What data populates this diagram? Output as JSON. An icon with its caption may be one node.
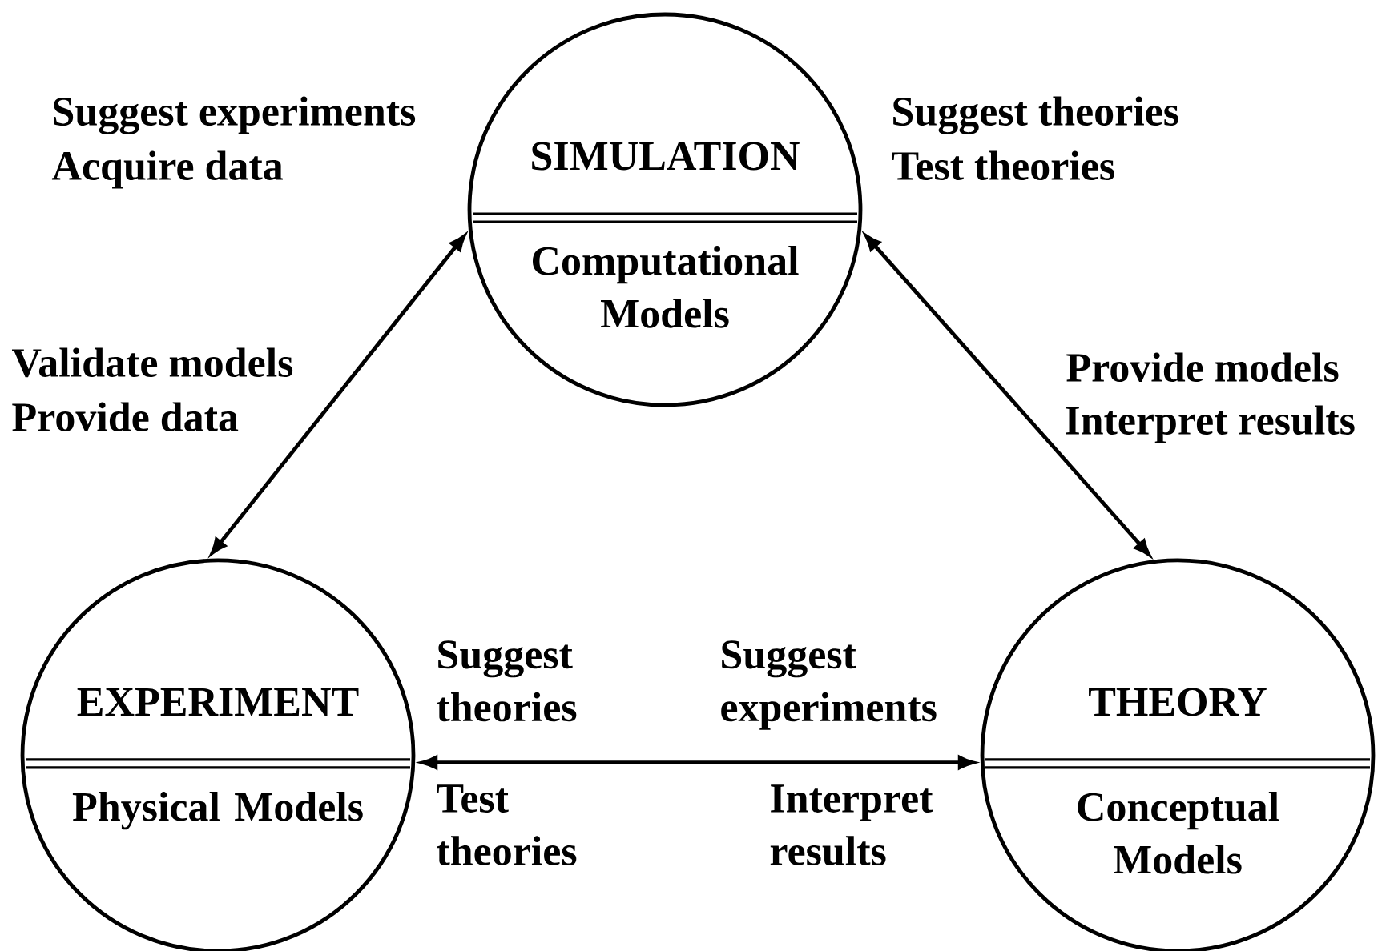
{
  "diagram": {
    "nodes": [
      {
        "text": [
          "SIMULATION",
          "Computational Models"
        ]
      },
      {
        "text": [
          "EXPERIMENT",
          "Physical Models"
        ]
      },
      {
        "text": [
          "THEORY",
          "Conceptual Models"
        ]
      }
    ],
    "edges": [
      {
        "from": 0,
        "to": 1,
        "arrow": "both"
      },
      {
        "from": 0,
        "to": 2,
        "arrow": "both"
      },
      {
        "from": 1,
        "to": 2,
        "arrow": "both"
      }
    ],
    "labels": [
      "Suggest experiments",
      "Acquire data",
      "Suggest theories",
      "Test theories",
      "Validate models",
      "Provide data",
      "Provide models",
      "Interpret results",
      "Suggest theories",
      "Suggest experiments",
      "Test theories",
      "Interpret results"
    ]
  }
}
